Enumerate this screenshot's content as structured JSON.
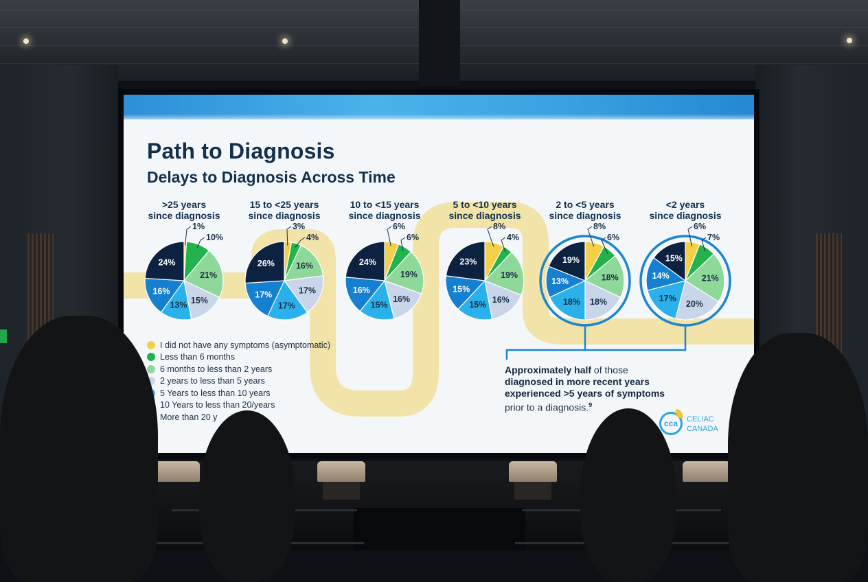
{
  "slide": {
    "title": "Path to Diagnosis",
    "subtitle": "Delays to Diagnosis Across Time",
    "callout": {
      "bold": "Approximately half",
      "line1_rest": " of those",
      "line2": "diagnosed in more recent years",
      "line3": "experienced >5 years of symptoms",
      "line4": "prior to a diagnosis.",
      "footnote": "9"
    },
    "logo": {
      "mark": "cca",
      "line1": "CELIAC",
      "line2": "CANADA"
    }
  },
  "colors": {
    "asymptomatic": "#f2d04a",
    "lt6m": "#23b24b",
    "6m_2y": "#8ed89a",
    "2y_5y": "#c9d6ea",
    "5y_10y": "#2ab0ea",
    "10y_20y": "#157fd0",
    "gt20y": "#0c2240",
    "screen_band": "#39a1e0",
    "title": "#12304d",
    "path": "#f1dc8e"
  },
  "chart_data": {
    "type": "pie",
    "legend": [
      "I did not have any symptoms (asymptomatic)",
      "Less than 6 months",
      "6 months to less than 2 years",
      "2 years to less than 5 years",
      "5 Years to less than 10 years",
      "10 Years to less than 20/years",
      "More than 20 y"
    ],
    "categories": [
      "I did not have any symptoms (asymptomatic)",
      "Less than 6 months",
      "6 months to less than 2 years",
      "2 years to less than 5 years",
      "5 Years to less than 10 years",
      "10 Years to less than 20/years",
      "More than 20 years"
    ],
    "series": [
      {
        "name": ">25 years since diagnosis",
        "title_line1": ">25 years",
        "title_line2": "since diagnosis",
        "values": [
          1,
          10,
          21,
          15,
          13,
          16,
          24
        ],
        "highlight": false
      },
      {
        "name": "15 to <25 years since diagnosis",
        "title_line1": "15 to <25 years",
        "title_line2": "since diagnosis",
        "values": [
          3,
          4,
          16,
          17,
          17,
          17,
          26
        ],
        "highlight": false
      },
      {
        "name": "10 to <15 years since diagnosis",
        "title_line1": "10 to <15 years",
        "title_line2": "since diagnosis",
        "values": [
          6,
          6,
          19,
          16,
          15,
          16,
          24
        ],
        "highlight": false
      },
      {
        "name": "5 to <10 years since diagnosis",
        "title_line1": "5 to <10 years",
        "title_line2": "since diagnosis",
        "values": [
          8,
          4,
          19,
          16,
          15,
          15,
          23
        ],
        "highlight": false
      },
      {
        "name": "2 to <5 years since diagnosis",
        "title_line1": "2 to <5 years",
        "title_line2": "since diagnosis",
        "values": [
          8,
          6,
          18,
          18,
          18,
          13,
          19
        ],
        "highlight": true
      },
      {
        "name": "<2 years since diagnosis",
        "title_line1": "<2 years",
        "title_line2": "since diagnosis",
        "values": [
          6,
          7,
          21,
          20,
          17,
          14,
          15
        ],
        "highlight": true
      }
    ]
  }
}
